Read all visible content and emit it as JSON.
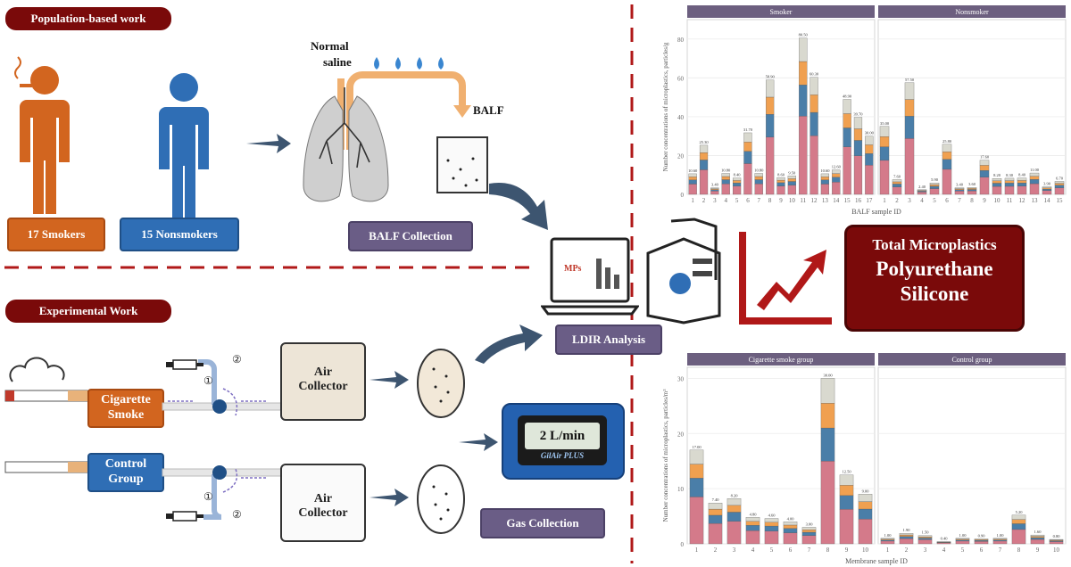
{
  "sections": {
    "population": "Population-based work",
    "experimental": "Experimental Work"
  },
  "groups": {
    "smokers": "17 Smokers",
    "nonsmokers": "15 Nonsmokers"
  },
  "balf": {
    "normal": "Normal",
    "saline": "saline",
    "balf_label": "BALF",
    "collection": "BALF Collection"
  },
  "experiment": {
    "cigarette_line1": "Cigarette",
    "cigarette_line2": "Smoke",
    "control_line1": "Control",
    "control_line2": "Group",
    "air": "Air",
    "collector": "Collector",
    "step1": "①",
    "step2": "②",
    "flow": "2 L/min",
    "device_brand": "GilAir PLUS",
    "gas_collection": "Gas Collection"
  },
  "analysis": {
    "screen_text": "MPs",
    "label": "LDIR Analysis"
  },
  "results": {
    "line1": "Total Microplastics",
    "line2": "Polyurethane",
    "line3": "Silicone"
  },
  "colors": {
    "dark_red": "#7a0a0a",
    "orange": "#d2651f",
    "blue": "#2f6eb5",
    "lavender": "#6a5d86",
    "pink": "#d47a8a",
    "steel": "#4a7ea8",
    "light_orange": "#f0a050",
    "grey_fill": "#e8e8e0"
  },
  "icons": [
    "smoking-person-icon",
    "person-icon",
    "lungs-icon",
    "beaker-icon",
    "water-drop-icon",
    "cigarette-icon",
    "syringe-icon",
    "laptop-icon",
    "server-icon",
    "trend-arrow-icon",
    "petri-dish-icon",
    "air-pump-icon"
  ],
  "chart_data": [
    {
      "type": "bar",
      "stacked": true,
      "panels": [
        "Smoker",
        "Nonsmoker"
      ],
      "ylabel": "Number concentrations of microplastics, particles/g",
      "xlabel": "BALF sample ID",
      "ylim": [
        0,
        90
      ],
      "yticks": [
        0,
        20,
        40,
        60,
        80
      ],
      "series": [
        {
          "name": "",
          "color": "#d47a8a"
        },
        {
          "name": "",
          "color": "#4a7ea8"
        },
        {
          "name": "",
          "color": "#f0a050"
        },
        {
          "name": "",
          "color": "#d9d9cf"
        }
      ],
      "smoker": {
        "categories": [
          "1",
          "2",
          "3",
          "4",
          "5",
          "6",
          "7",
          "8",
          "9",
          "10",
          "11",
          "12",
          "13",
          "14",
          "15",
          "16",
          "17"
        ],
        "totals": [
          10.6,
          25.3,
          3.4,
          10.8,
          8.4,
          31.7,
          10.8,
          58.9,
          8.6,
          9.5,
          80.5,
          60.3,
          10.6,
          12.6,
          48.9,
          39.7,
          30.0
        ],
        "labels": [
          "10.60",
          "25.30",
          "3.40",
          "10.80",
          "8.40",
          "31.70",
          "10.80",
          "58.90",
          "8.60",
          "9.50",
          "80.50",
          "60.30",
          "10.60",
          "12.60",
          "48.90",
          "39.70",
          "30.00"
        ]
      },
      "nonsmoker": {
        "categories": [
          "1",
          "2",
          "3",
          "4",
          "5",
          "6",
          "7",
          "8",
          "9",
          "10",
          "11",
          "12",
          "13",
          "14",
          "15"
        ],
        "totals": [
          35.0,
          7.6,
          57.5,
          2.4,
          5.9,
          25.8,
          3.4,
          3.6,
          17.6,
          8.2,
          8.3,
          8.4,
          11.0,
          3.9,
          6.7
        ],
        "labels": [
          "35.00",
          "7.60",
          "57.50",
          "2.40",
          "5.90",
          "25.80",
          "3.40",
          "3.60",
          "17.60",
          "8.20",
          "8.30",
          "8.40",
          "11.00",
          "3.90",
          "6.70"
        ]
      }
    },
    {
      "type": "bar",
      "stacked": true,
      "panels": [
        "Cigarette smoke group",
        "Control group"
      ],
      "ylabel": "Number concentrations of microplastics, particles/m³",
      "xlabel": "Membrane sample ID",
      "ylim": [
        0,
        32
      ],
      "yticks": [
        0,
        10,
        20,
        30
      ],
      "cigarette": {
        "categories": [
          "1",
          "2",
          "3",
          "4",
          "5",
          "6",
          "7",
          "8",
          "9",
          "10"
        ],
        "totals": [
          17.0,
          7.4,
          8.2,
          4.8,
          4.6,
          4.0,
          3.0,
          30.0,
          12.5,
          9.0
        ],
        "labels": [
          "17.00",
          "7.40",
          "8.20",
          "4.80",
          "4.60",
          "4.00",
          "3.00",
          "30.00",
          "12.50",
          "9.00"
        ]
      },
      "control": {
        "categories": [
          "1",
          "2",
          "3",
          "4",
          "5",
          "6",
          "7",
          "8",
          "9",
          "10"
        ],
        "totals": [
          1.0,
          1.9,
          1.5,
          0.4,
          1.0,
          0.9,
          1.0,
          5.2,
          1.6,
          0.8
        ],
        "labels": [
          "1.00",
          "1.90",
          "1.50",
          "0.40",
          "1.00",
          "0.90",
          "1.00",
          "5.20",
          "1.60",
          "0.80"
        ]
      }
    }
  ]
}
